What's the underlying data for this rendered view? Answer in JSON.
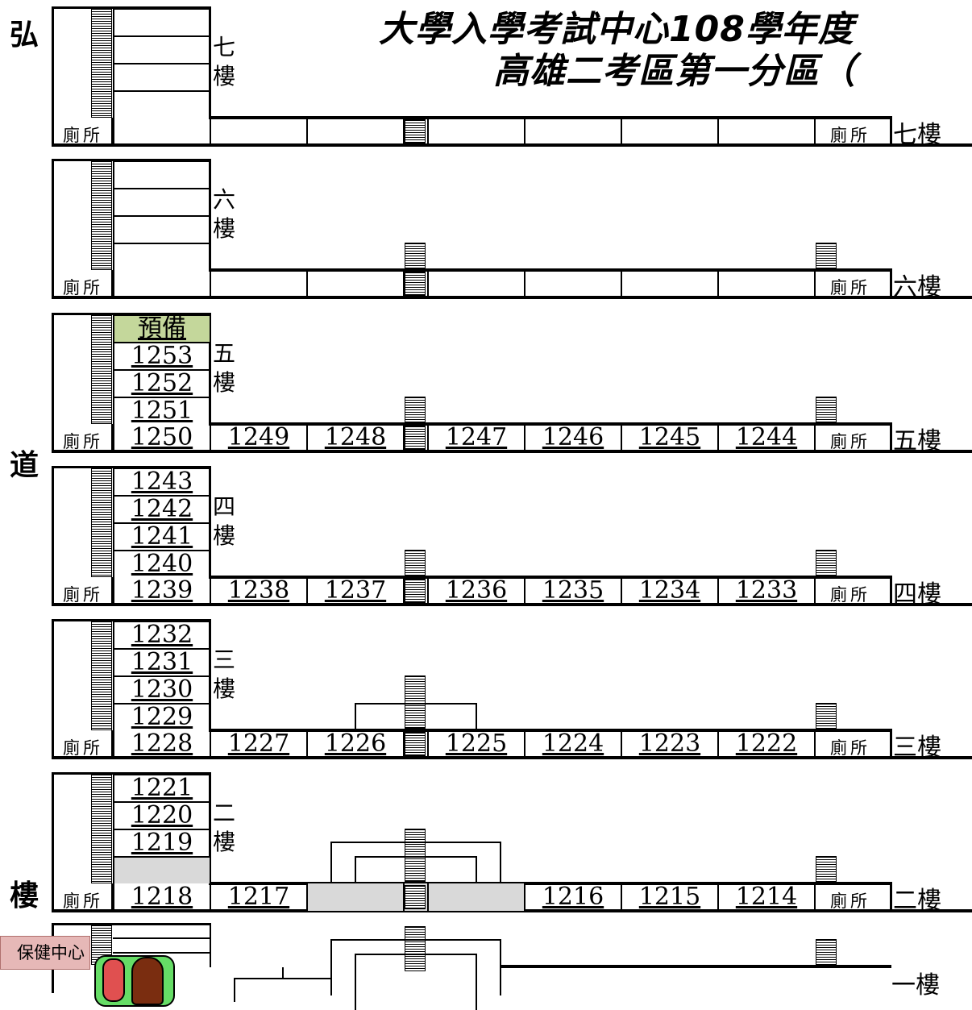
{
  "title": {
    "line1": "大學入學考試中心108學年度",
    "line2": "高雄二考區第一分區（"
  },
  "building_name": [
    "弘",
    "道",
    "樓"
  ],
  "toilet_label": "廁所",
  "health_center": "保健中心",
  "floors": [
    {
      "id": "7f",
      "label": "七樓",
      "vertical_label": [
        "七",
        "樓"
      ],
      "west_rooms": [
        "",
        "",
        "",
        ""
      ],
      "corridor_rooms": [
        "",
        "",
        "",
        "",
        "",
        "",
        "",
        ""
      ]
    },
    {
      "id": "6f",
      "label": "六樓",
      "vertical_label": [
        "六",
        "樓"
      ],
      "west_rooms": [
        "",
        "",
        "",
        ""
      ],
      "corridor_rooms": [
        "",
        "",
        "",
        "",
        "",
        "",
        "",
        ""
      ]
    },
    {
      "id": "5f",
      "label": "五樓",
      "vertical_label": [
        "五",
        "樓"
      ],
      "west_rooms": [
        "預備",
        "1253",
        "1252",
        "1251"
      ],
      "corridor_rooms": [
        "1250",
        "1249",
        "1248",
        "",
        "1247",
        "1246",
        "1245",
        "1244"
      ]
    },
    {
      "id": "4f",
      "label": "四樓",
      "vertical_label": [
        "四",
        "樓"
      ],
      "west_rooms": [
        "1243",
        "1242",
        "1241",
        "1240"
      ],
      "corridor_rooms": [
        "1239",
        "1238",
        "1237",
        "",
        "1236",
        "1235",
        "1234",
        "1233"
      ]
    },
    {
      "id": "3f",
      "label": "三樓",
      "vertical_label": [
        "三",
        "樓"
      ],
      "west_rooms": [
        "1232",
        "1231",
        "1230",
        "1229"
      ],
      "corridor_rooms": [
        "1228",
        "1227",
        "1226",
        "",
        "1225",
        "1224",
        "1223",
        "1222"
      ]
    },
    {
      "id": "2f",
      "label": "二樓",
      "vertical_label": [
        "二",
        "樓"
      ],
      "west_rooms": [
        "1221",
        "1220",
        "1219",
        ""
      ],
      "corridor_rooms": [
        "1218",
        "1217",
        "",
        "",
        "",
        "1216",
        "1215",
        "1214"
      ]
    },
    {
      "id": "1f",
      "label": "一樓"
    }
  ]
}
